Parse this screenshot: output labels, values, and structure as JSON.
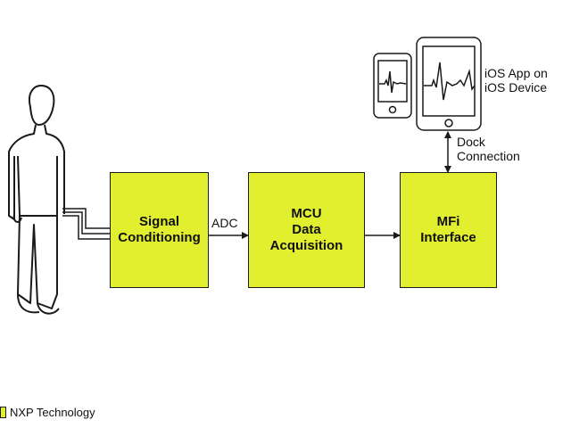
{
  "colors": {
    "block_fill": "#e2ef2f",
    "stroke": "#1a1a1a",
    "background": "#ffffff"
  },
  "blocks": [
    {
      "id": "signal-conditioning",
      "lines": [
        "Signal",
        "Conditioning"
      ]
    },
    {
      "id": "mcu",
      "lines": [
        "MCU",
        "Data",
        "Acquisition"
      ]
    },
    {
      "id": "mfi",
      "lines": [
        "MFi",
        "Interface"
      ]
    }
  ],
  "labels": {
    "adc": "ADC",
    "dock_line1": "Dock",
    "dock_line2": "Connection",
    "ios_line1": "iOS App on",
    "ios_line2": "iOS Device"
  },
  "icons": {
    "person": "person-outline-icon",
    "phone": "iphone-ecg-icon",
    "tablet": "ipad-ecg-icon"
  },
  "legend": {
    "label": "NXP Technology"
  }
}
